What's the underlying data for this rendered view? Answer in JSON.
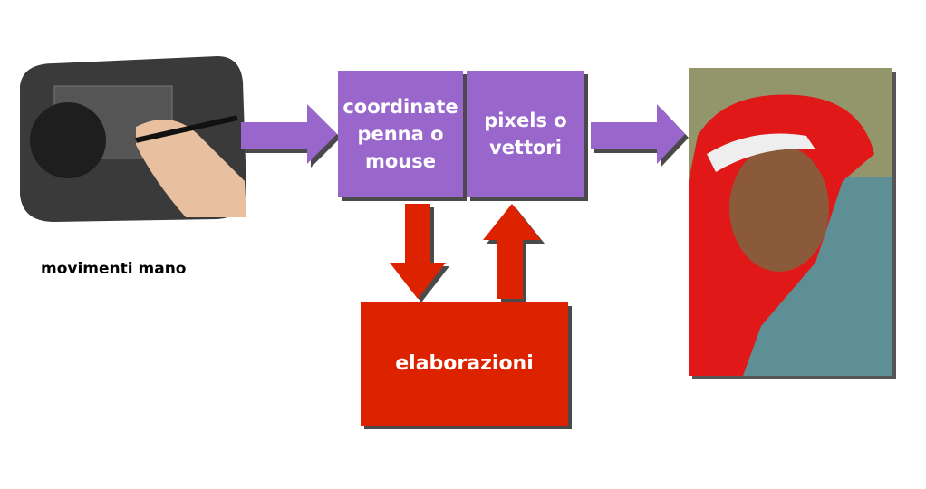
{
  "diagram": {
    "input_label": "movimenti mano",
    "box_coordinates": "coordinate penna o mouse",
    "box_pixels": "pixels o vettori",
    "box_processing": "elaborazioni",
    "colors": {
      "purple": "#9966cc",
      "red": "#dd2200",
      "shadow": "#4a4a4a"
    }
  }
}
